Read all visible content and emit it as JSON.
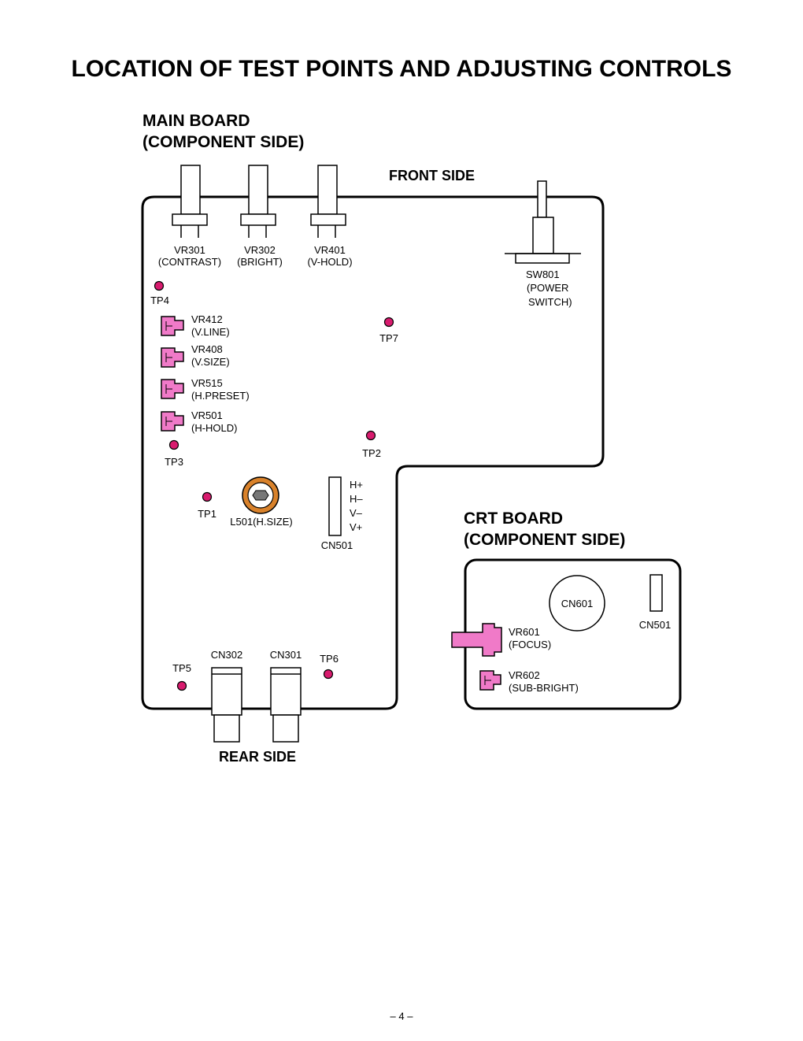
{
  "title": "LOCATION OF TEST POINTS AND ADJUSTING CONTROLS",
  "main_board": {
    "heading_line1": "MAIN  BOARD",
    "heading_line2": "(COMPONENT SIDE)",
    "front_side": "FRONT  SIDE",
    "rear_side": "REAR  SIDE",
    "vr301": {
      "name": "VR301",
      "func": "(CONTRAST)"
    },
    "vr302": {
      "name": "VR302",
      "func": "(BRIGHT)"
    },
    "vr401": {
      "name": "VR401",
      "func": "(V-HOLD)"
    },
    "sw801": {
      "name": "SW801",
      "func1": "(POWER",
      "func2": " SWITCH)"
    },
    "vr412": {
      "name": "VR412",
      "func": "(V.LINE)"
    },
    "vr408": {
      "name": "VR408",
      "func": "(V.SIZE)"
    },
    "vr515": {
      "name": "VR515",
      "func": "(H.PRESET)"
    },
    "vr501": {
      "name": "VR501",
      "func": "(H-HOLD)"
    },
    "tp1": "TP1",
    "tp2": "TP2",
    "tp3": "TP3",
    "tp4": "TP4",
    "tp5": "TP5",
    "tp6": "TP6",
    "tp7": "TP7",
    "l501": "L501(H.SIZE)",
    "cn501": {
      "name": "CN501",
      "pins": [
        "H+",
        "H–",
        "V–",
        "V+"
      ]
    },
    "cn302": "CN302",
    "cn301": "CN301"
  },
  "crt_board": {
    "heading_line1": "CRT  BOARD",
    "heading_line2": "(COMPONENT  SIDE)",
    "cn601": "CN601",
    "cn501": "CN501",
    "vr601": {
      "name": "VR601",
      "func": "(FOCUS)"
    },
    "vr602": {
      "name": "VR602",
      "func": "(SUB-BRIGHT)"
    }
  },
  "page_number": "– 4 –",
  "colors": {
    "test_point": "#d81b6e",
    "control_fill": "#f07ac8",
    "coil_ring": "#d9822b"
  }
}
